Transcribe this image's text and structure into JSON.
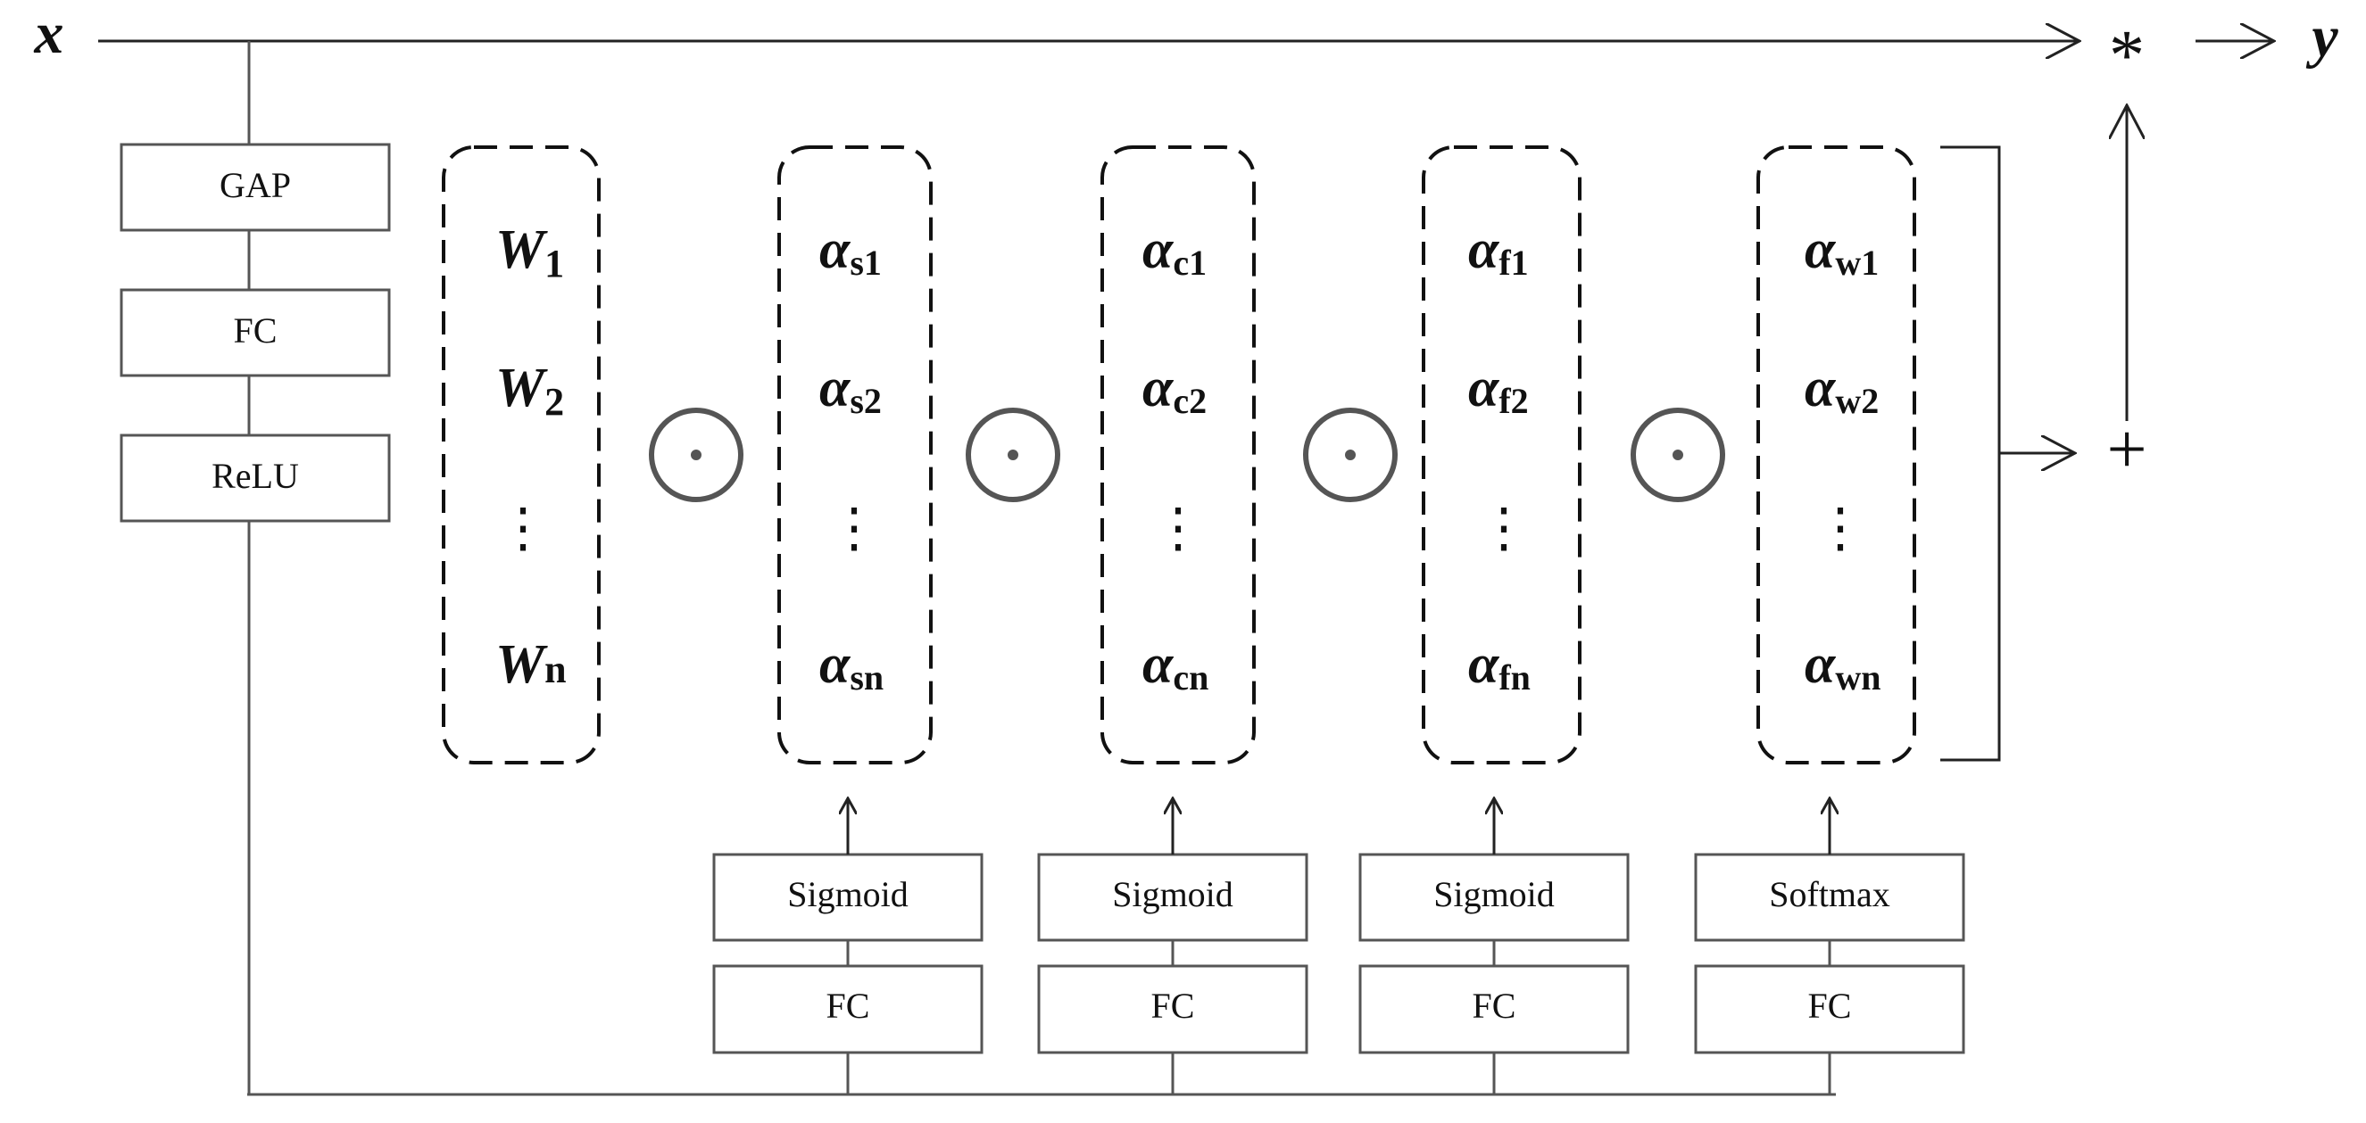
{
  "input_label": "x",
  "output_label": "y",
  "multiply_symbol": "*",
  "plus_symbol": "+",
  "left_stack": [
    "GAP",
    "FC",
    "ReLU"
  ],
  "weights_column": {
    "items": [
      {
        "main": "W",
        "sub": "1"
      },
      {
        "main": "W",
        "sub": "2"
      },
      {
        "main": "⋮",
        "sub": ""
      },
      {
        "main": "W",
        "sub": "n"
      }
    ]
  },
  "alpha_columns": [
    {
      "items": [
        {
          "main": "α",
          "sub": "s1"
        },
        {
          "main": "α",
          "sub": "s2"
        },
        {
          "main": "⋮",
          "sub": ""
        },
        {
          "main": "α",
          "sub": "sn"
        }
      ],
      "activation": "Sigmoid",
      "fc": "FC"
    },
    {
      "items": [
        {
          "main": "α",
          "sub": "c1"
        },
        {
          "main": "α",
          "sub": "c2"
        },
        {
          "main": "⋮",
          "sub": ""
        },
        {
          "main": "α",
          "sub": "cn"
        }
      ],
      "activation": "Sigmoid",
      "fc": "FC"
    },
    {
      "items": [
        {
          "main": "α",
          "sub": "f1"
        },
        {
          "main": "α",
          "sub": "f2"
        },
        {
          "main": "⋮",
          "sub": ""
        },
        {
          "main": "α",
          "sub": "fn"
        }
      ],
      "activation": "Sigmoid",
      "fc": "FC"
    },
    {
      "items": [
        {
          "main": "α",
          "sub": "w1"
        },
        {
          "main": "α",
          "sub": "w2"
        },
        {
          "main": "⋮",
          "sub": ""
        },
        {
          "main": "α",
          "sub": "wn"
        }
      ],
      "activation": "Softmax",
      "fc": "FC"
    }
  ],
  "colors": {
    "line": "#222222",
    "box_border": "#555555",
    "operator": "#555555"
  }
}
